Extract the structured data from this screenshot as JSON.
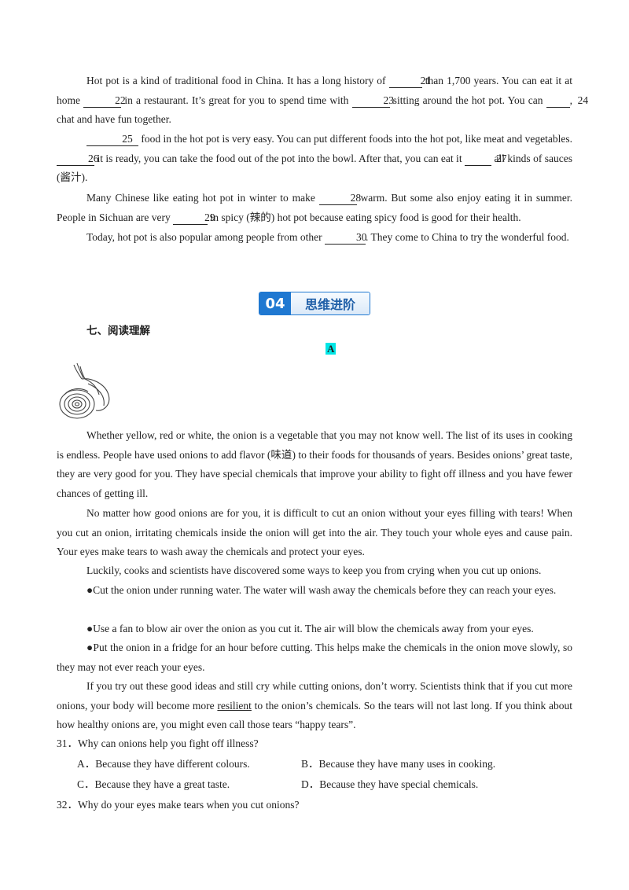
{
  "cloze": {
    "p1": {
      "t1": "Hot pot is a kind of traditional food in China. It has a long history of ",
      "b21": "21",
      "t2": " than 1,700 years. You can eat it at home ",
      "b22": "22",
      "t3": " in a restaurant. It’s great for you to spend time with ",
      "b23": "23",
      "t4": " sitting around the hot pot. You can ",
      "b24": "24",
      "t5": ", chat and have fun together."
    },
    "p2": {
      "b25": "25",
      "t1": " food in the hot pot is very easy. You can put different foods into the hot pot, like meat and vegetables. ",
      "b26": "26",
      "t2": " it is ready, you can take the food out of the pot into the bowl. After that, you can eat it ",
      "b27": "27",
      "t3": " all kinds of sauces (酱汁)."
    },
    "p3": {
      "t1": "Many Chinese like eating hot pot in winter to make ",
      "b28": "28",
      "t2": " warm. But some also enjoy eating it in summer. People in Sichuan are very ",
      "b29": "29",
      "t3": " in spicy (辣的) hot pot because eating spicy food is good for their health."
    },
    "p4": {
      "t1": "Today, hot pot is also popular among people from other ",
      "b30": "30",
      "t2": ". They come to China to try the wonderful food."
    }
  },
  "badge": {
    "number": "04",
    "title": "思维进阶"
  },
  "section_heading": "七、阅读理解",
  "passage_label": "A",
  "reading": {
    "p1": "Whether yellow, red or white, the onion is a vegetable that you may not know well. The list of its uses in cooking is endless. People have used onions to add flavor (味道) to their foods for thousands of years. Besides onions’ great taste, they are very good for you. They have special chemicals that improve your ability to fight off illness and you have fewer chances of getting ill.",
    "p2": "No matter how good onions are for you, it is difficult to cut an onion without your eyes filling with tears! When you cut an onion, irritating chemicals inside the onion will get into the air. They touch your whole eyes and cause pain. Your eyes make tears to wash away the chemicals and protect your eyes.",
    "p3": "Luckily, cooks and scientists have discovered some ways to keep you from crying when you cut up onions.",
    "b1": "●Cut the onion under running water. The water will wash away the chemicals before they can reach your eyes.",
    "b2": "●Use a fan to blow air over the onion as you cut it. The air will blow the chemicals away from your eyes.",
    "b3": "●Put the onion in a fridge for an hour before cutting. This helps make the chemicals in the onion move slowly, so they may not ever reach your eyes.",
    "p4a": "If you try out these good ideas and still cry while cutting onions, don’t worry. Scientists think that if you cut more onions, your body will become more ",
    "p4u": "resilient",
    "p4b": " to the onion’s chemicals. So the tears will not last long. If you think about how healthy onions are, you might even call those tears “happy tears”."
  },
  "questions": [
    {
      "stem": "31．Why can onions help you fight off illness?",
      "options": [
        "A．Because they have different colours.",
        "B．Because they have many uses in cooking.",
        "C．Because they have a great taste.",
        "D．Because they have special chemicals."
      ]
    },
    {
      "stem": "32．Why do your eyes make tears when you cut onions?"
    }
  ]
}
